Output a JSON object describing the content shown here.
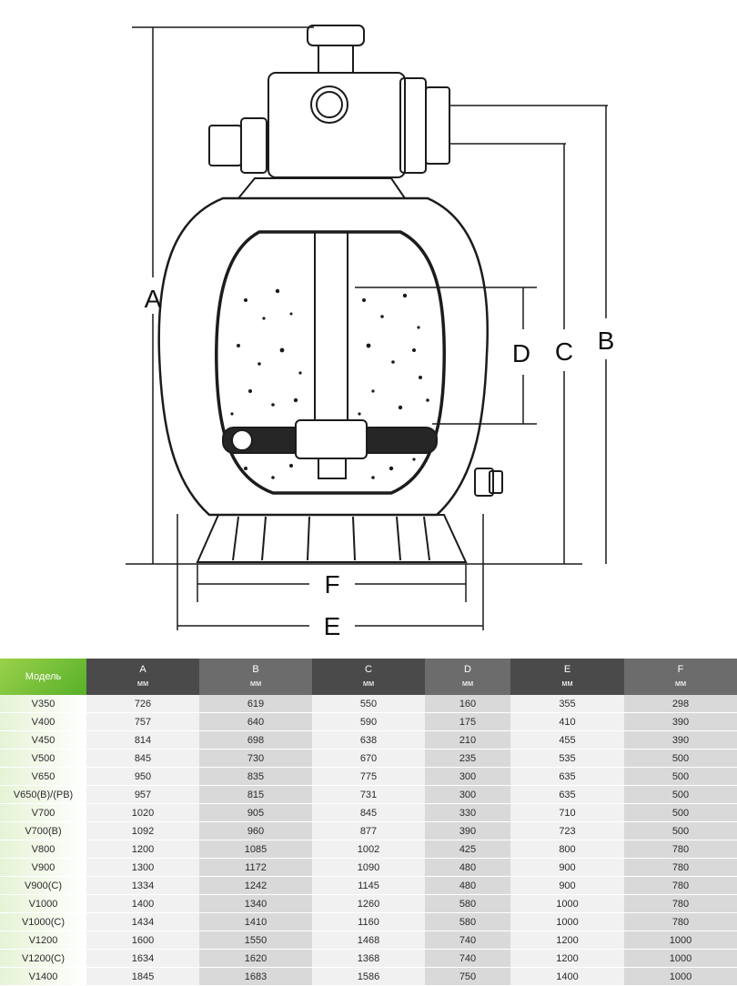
{
  "diagram": {
    "dimension_labels": {
      "A": "A",
      "B": "B",
      "C": "C",
      "D": "D",
      "E": "E",
      "F": "F"
    }
  },
  "table": {
    "headers": [
      {
        "label": "Модель",
        "unit": ""
      },
      {
        "label": "A",
        "unit": "мм"
      },
      {
        "label": "B",
        "unit": "мм"
      },
      {
        "label": "C",
        "unit": "мм"
      },
      {
        "label": "D",
        "unit": "мм"
      },
      {
        "label": "E",
        "unit": "мм"
      },
      {
        "label": "F",
        "unit": "мм"
      }
    ],
    "rows": [
      [
        "V350",
        "726",
        "619",
        "550",
        "160",
        "355",
        "298"
      ],
      [
        "V400",
        "757",
        "640",
        "590",
        "175",
        "410",
        "390"
      ],
      [
        "V450",
        "814",
        "698",
        "638",
        "210",
        "455",
        "390"
      ],
      [
        "V500",
        "845",
        "730",
        "670",
        "235",
        "535",
        "500"
      ],
      [
        "V650",
        "950",
        "835",
        "775",
        "300",
        "635",
        "500"
      ],
      [
        "V650(B)/(PB)",
        "957",
        "815",
        "731",
        "300",
        "635",
        "500"
      ],
      [
        "V700",
        "1020",
        "905",
        "845",
        "330",
        "710",
        "500"
      ],
      [
        "V700(B)",
        "1092",
        "960",
        "877",
        "390",
        "723",
        "500"
      ],
      [
        "V800",
        "1200",
        "1085",
        "1002",
        "425",
        "800",
        "780"
      ],
      [
        "V900",
        "1300",
        "1172",
        "1090",
        "480",
        "900",
        "780"
      ],
      [
        "V900(C)",
        "1334",
        "1242",
        "1145",
        "480",
        "900",
        "780"
      ],
      [
        "V1000",
        "1400",
        "1340",
        "1260",
        "580",
        "1000",
        "780"
      ],
      [
        "V1000(C)",
        "1434",
        "1410",
        "1160",
        "580",
        "1000",
        "780"
      ],
      [
        "V1200",
        "1600",
        "1550",
        "1468",
        "740",
        "1200",
        "1000"
      ],
      [
        "V1200(C)",
        "1634",
        "1620",
        "1368",
        "740",
        "1200",
        "1000"
      ],
      [
        "V1400",
        "1845",
        "1683",
        "1586",
        "750",
        "1400",
        "1000"
      ]
    ]
  }
}
